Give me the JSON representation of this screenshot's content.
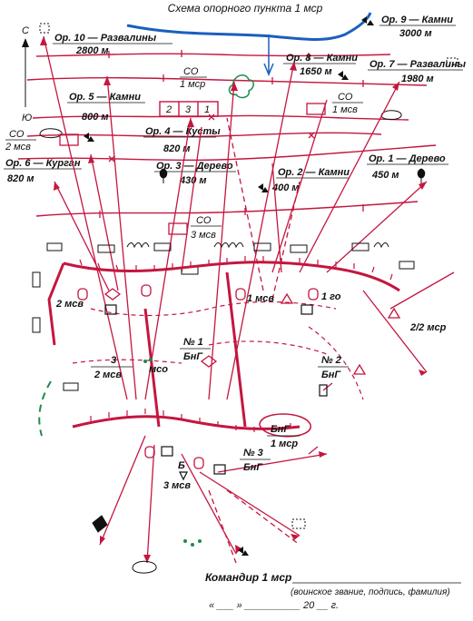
{
  "title": "Схема опорного пункта 1 мср",
  "compass": {
    "north": "С",
    "south": "Ю"
  },
  "landmarks": [
    {
      "id": "or10",
      "name": "Ор. 10 — Развалины",
      "dist": "2800 м"
    },
    {
      "id": "or9",
      "name": "Ор. 9 — Камни",
      "dist": "3000 м"
    },
    {
      "id": "or8",
      "name": "Ор. 8 — Камни",
      "dist": "1650 м"
    },
    {
      "id": "or7",
      "name": "Ор. 7 — Развалины",
      "dist": "1980 м"
    },
    {
      "id": "or5",
      "name": "Ор. 5 — Камни",
      "dist": "800 м"
    },
    {
      "id": "or4",
      "name": "Ор. 4 — Кусты",
      "dist": "820 м"
    },
    {
      "id": "or6",
      "name": "Ор. 6 — Курган",
      "dist": "820 м"
    },
    {
      "id": "or3",
      "name": "Ор. 3 — Дерево",
      "dist": "430 м"
    },
    {
      "id": "or2",
      "name": "Ор. 2 — Камни",
      "dist": "400 м"
    },
    {
      "id": "or1",
      "name": "Ор. 1 — Дерево",
      "dist": "450 м"
    }
  ],
  "labels": {
    "co_1msr_top": "СО",
    "co_1msr_bottom": "1 мср",
    "co_1msv_top": "СО",
    "co_1msv_bottom": "1 мсв",
    "co_2msv_top": "СО",
    "co_2msv_bottom": "2 мсв",
    "co_3msv_top": "СО",
    "co_3msv_bottom": "3 мсв",
    "platoon_1": "1",
    "platoon_2": "2",
    "platoon_3": "3",
    "unit_2msv": "2 мсв",
    "unit_1msv": "1 мсв",
    "unit_1go": "1 го",
    "unit_2_2msr": "2/2 мср",
    "mso": "мсо",
    "bng1_top": "№ 1",
    "bng1_bottom": "БнГ",
    "bng2_top": "№ 2",
    "bng2_bottom": "БнГ",
    "bng3_top": "№ 3",
    "bng3_bottom": "БнГ",
    "bng_1msr_top": "БнГ",
    "bng_1msr_bottom": "1 мср",
    "sect3_top": "3",
    "sect3_bottom": "2 мсв",
    "unit_3msv": "3 мсв",
    "letter_b": "Б"
  },
  "footer": {
    "commander": "Командир 1 мср",
    "signature_hint": "(воинское звание, подпись, фамилия)",
    "date_line": "«  ___  »  __________  20 __ г."
  },
  "colors": {
    "line": "#c4163f",
    "river": "#1b5fbf",
    "green": "#1f8a4c"
  }
}
